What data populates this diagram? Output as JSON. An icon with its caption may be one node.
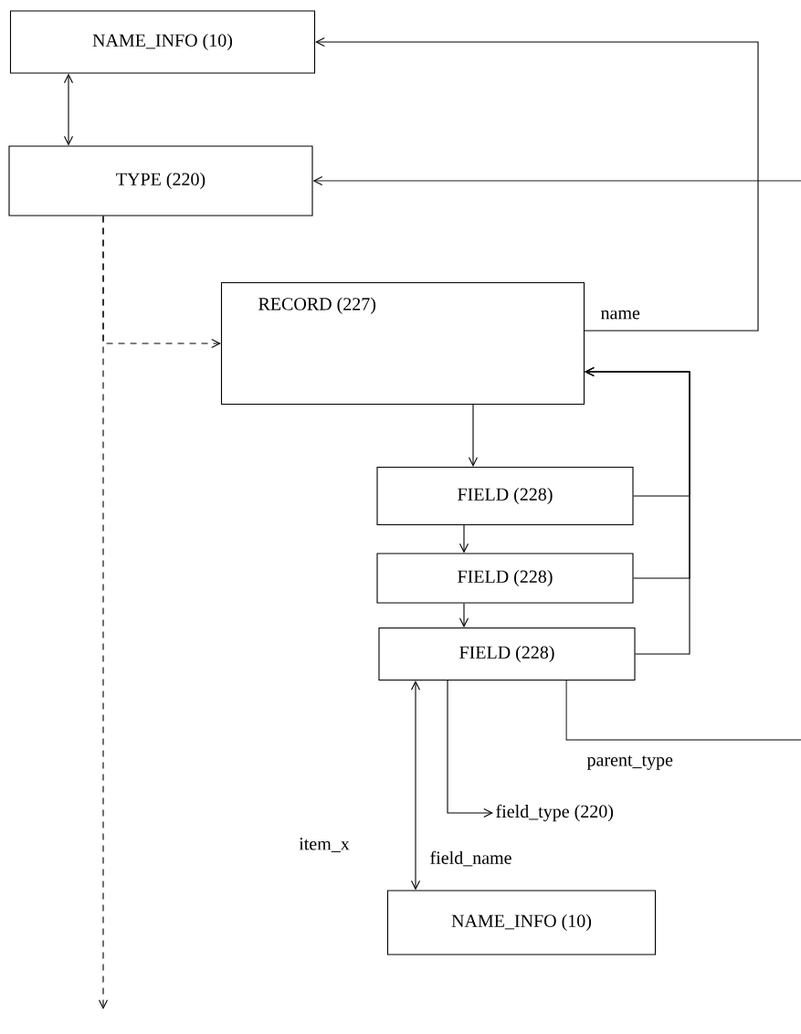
{
  "diagram": {
    "nodes": [
      {
        "text": [
          "NAME_INFO (10)"
        ]
      },
      {
        "text": [
          "TYPE (220)"
        ]
      },
      {
        "text": [
          "RECORD (227)"
        ]
      },
      {
        "text": [
          "FIELD (228)"
        ]
      },
      {
        "text": [
          "FIELD (228)"
        ]
      },
      {
        "text": [
          "FIELD (228)"
        ]
      },
      {
        "text": [
          "field_type (220)"
        ]
      },
      {
        "text": [
          "NAME_INFO (10)"
        ]
      }
    ],
    "edges": [
      {
        "from": 0,
        "to": 1,
        "arrow": "both"
      },
      {
        "from": 2,
        "to": 0,
        "arrow": "to",
        "label": "name"
      },
      {
        "from": null,
        "to": 1,
        "arrow": "to"
      },
      {
        "from": 1,
        "to": null,
        "arrow": "to",
        "style": "dashed"
      },
      {
        "from": 1,
        "to": 2,
        "arrow": "to",
        "style": "dashed"
      },
      {
        "from": 2,
        "to": 3,
        "arrow": "to"
      },
      {
        "from": 3,
        "to": 4,
        "arrow": "to"
      },
      {
        "from": 4,
        "to": 5,
        "arrow": "to"
      },
      {
        "from": 3,
        "to": 2,
        "arrow": "to"
      },
      {
        "from": 4,
        "to": 2,
        "arrow": "to"
      },
      {
        "from": 5,
        "to": 2,
        "arrow": "to"
      },
      {
        "from": 5,
        "to": 6,
        "arrow": "to"
      },
      {
        "from": 5,
        "to": 7,
        "arrow": "both",
        "label": "field_name"
      },
      {
        "from": 5,
        "to": null,
        "arrow": "none",
        "label": "parent_type"
      }
    ],
    "labels": [
      "item_x"
    ]
  }
}
